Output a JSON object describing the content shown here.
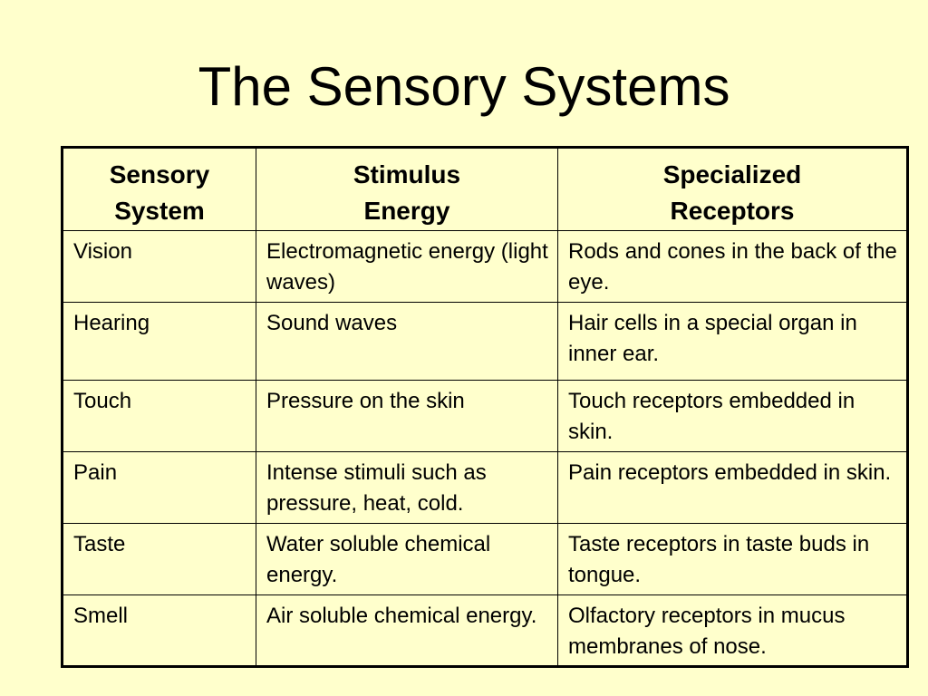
{
  "title": "The Sensory Systems",
  "table": {
    "headers": [
      [
        "Sensory",
        "System"
      ],
      [
        "Stimulus",
        "Energy"
      ],
      [
        "Specialized",
        "Receptors"
      ]
    ],
    "rows": [
      [
        "Vision",
        "Electromagnetic energy (light waves)",
        "Rods and cones in the back of the eye."
      ],
      [
        "Hearing",
        "Sound waves",
        "Hair cells in a special organ in inner ear."
      ],
      [
        "Touch",
        "Pressure on the skin",
        "Touch receptors embedded in skin."
      ],
      [
        "Pain",
        "Intense stimuli such as pressure, heat, cold.",
        "Pain receptors embedded in skin."
      ],
      [
        "Taste",
        "Water soluble chemical energy.",
        "Taste receptors in taste buds in tongue."
      ],
      [
        "Smell",
        "Air soluble chemical energy.",
        "Olfactory receptors in mucus membranes of nose."
      ]
    ]
  },
  "colors": {
    "background": "#ffffcc",
    "text": "#000000",
    "border": "#000000"
  }
}
